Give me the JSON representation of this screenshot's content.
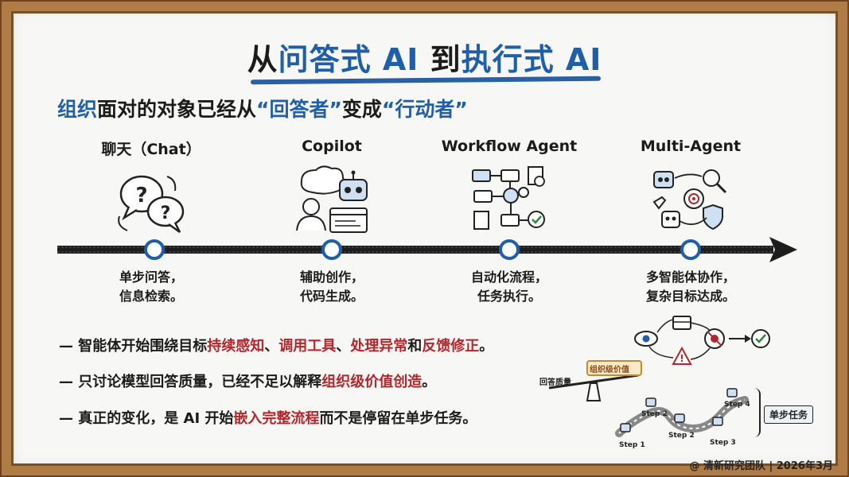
{
  "title": {
    "part1": "从",
    "part2": "问答式 AI",
    "part3": " 到",
    "part4": "执行式 AI"
  },
  "subtitle": {
    "highlight": "组织",
    "text1": "面对的对象已经从",
    "quote1": "“回答者”",
    "text2": "变成",
    "quote2": "“行动者”"
  },
  "stages": [
    {
      "label": "聊天（Chat）",
      "desc_line1": "单步问答，",
      "desc_line2": "信息检索。",
      "icon": "chat-bubbles-icon"
    },
    {
      "label": "Copilot",
      "desc_line1": "辅助创作，",
      "desc_line2": "代码生成。",
      "icon": "robot-assistant-icon"
    },
    {
      "label": "Workflow Agent",
      "desc_line1": "自动化流程，",
      "desc_line2": "任务执行。",
      "icon": "workflow-icon"
    },
    {
      "label": "Multi-Agent",
      "desc_line1": "多智能体协作，",
      "desc_line2": "复杂目标达成。",
      "icon": "multi-agent-icon"
    }
  ],
  "bullets": [
    {
      "dash": "—",
      "plain1": " 智能体开始围绕目标",
      "red1": "持续感知",
      "plain2": "、",
      "red2": "调用工具",
      "plain3": "、",
      "red3": "处理异常",
      "plain4": "和",
      "red4": "反馈修正",
      "plain5": "。"
    },
    {
      "dash": "—",
      "plain1": " 只讨论模型回答质量，已经不足以解释",
      "red1": "组织级价值创造",
      "plain2": "。"
    },
    {
      "dash": "—",
      "plain1": " 真正的变化，是 AI 开始",
      "red1": "嵌入完整流程",
      "plain2": "而不是停留在单步任务。"
    }
  ],
  "illustrations": {
    "scale_left": "回答质量",
    "scale_right": "组织级价值",
    "steps": [
      "Step 1",
      "Step 2",
      "Step 2",
      "Step 3",
      "Step 4"
    ],
    "single_task": "单步任务"
  },
  "footer": "@ 清新研究团队 | 2026年3月",
  "colors": {
    "blue": "#1f5ea8",
    "red": "#b3262b",
    "frame": "#b07c45"
  }
}
